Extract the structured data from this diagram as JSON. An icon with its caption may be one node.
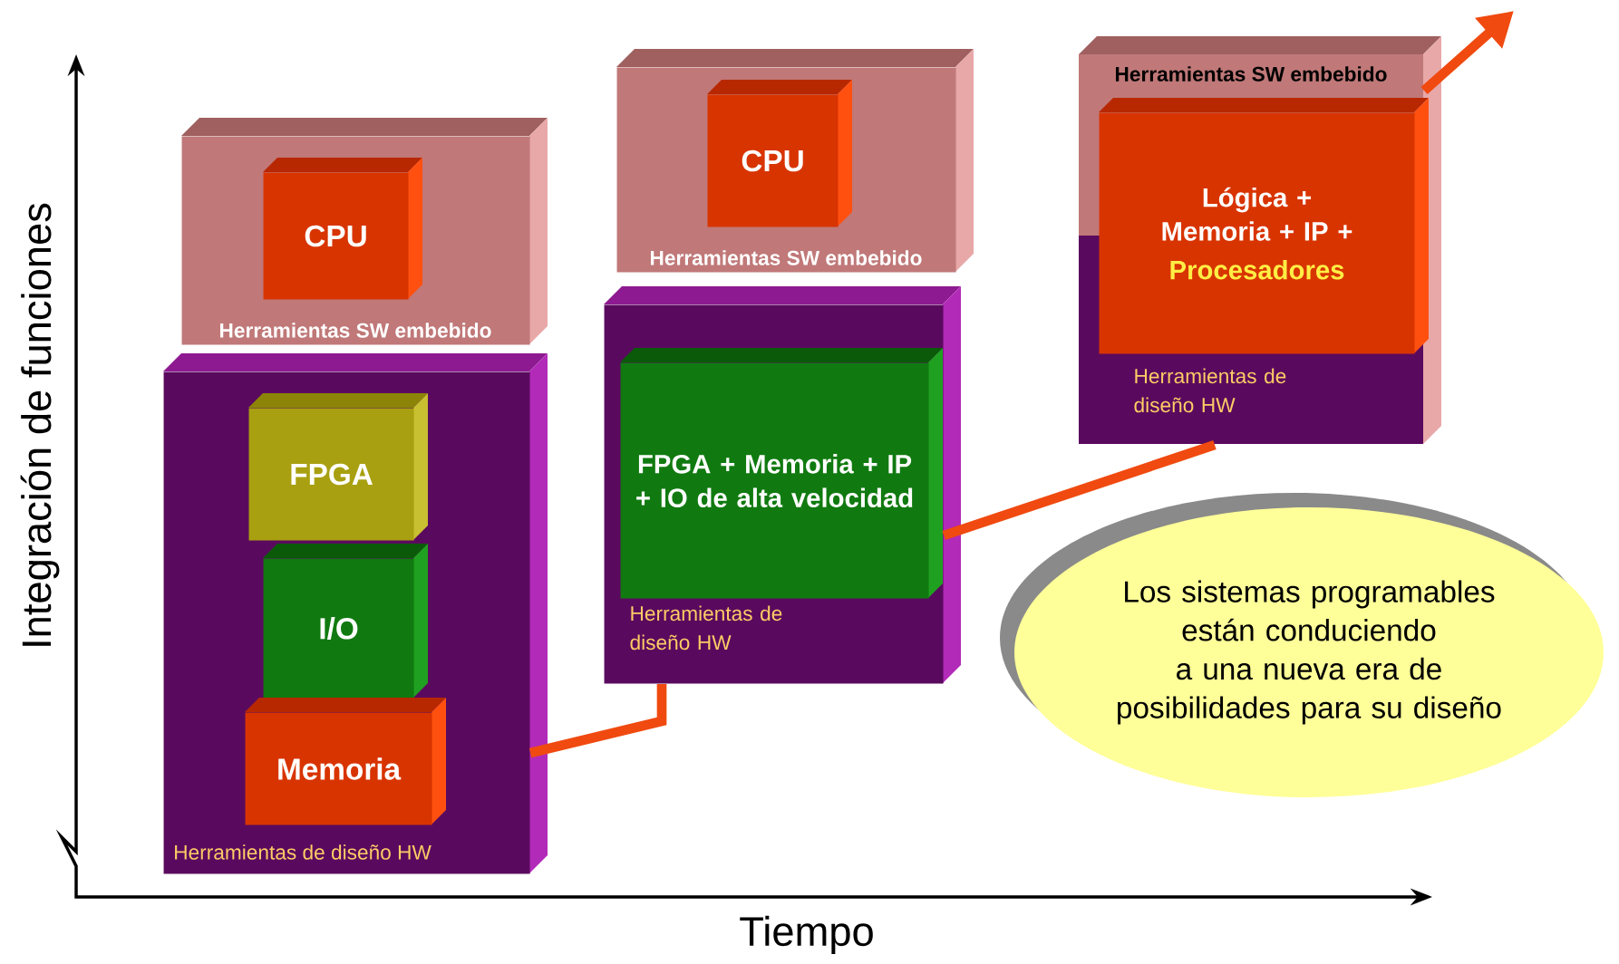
{
  "diagram": {
    "nodes": [
      {
        "text": [
          "Herramientas SW embebido"
        ]
      },
      {
        "text": [
          "CPU"
        ],
        "in": 0
      },
      {
        "text": [
          "Herramientas de diseño HW"
        ]
      },
      {
        "text": [
          "FPGA"
        ],
        "in": 2
      },
      {
        "text": [
          "I/O"
        ],
        "in": 2
      },
      {
        "text": [
          "Memoria"
        ],
        "in": 2
      },
      {
        "text": [
          "Herramientas SW embebido"
        ]
      },
      {
        "text": [
          "CPU"
        ],
        "in": 6
      },
      {
        "text": [
          "Herramientas de diseño HW"
        ]
      },
      {
        "text": [
          "FPGA + Memoria + IP + IO de alta velocidad"
        ],
        "in": 8
      },
      {
        "text": [
          "Herramientas SW embebido",
          "Herramientas de diseño HW"
        ]
      },
      {
        "text": [
          "Lógica + Memoria + IP +",
          "Procesadores"
        ],
        "in": 10
      },
      {
        "text": [
          "Los sistemas programables están conduciendo a una nueva era de posibilidades para su diseño"
        ]
      }
    ],
    "edges": [
      {
        "from": 2,
        "to": 8,
        "arrow": "none"
      },
      {
        "from": 8,
        "to": 10,
        "arrow": "none"
      },
      {
        "from": 10,
        "to": null,
        "arrow": "to"
      }
    ],
    "labels": [
      "Integración de funciones",
      "Tiempo"
    ]
  }
}
